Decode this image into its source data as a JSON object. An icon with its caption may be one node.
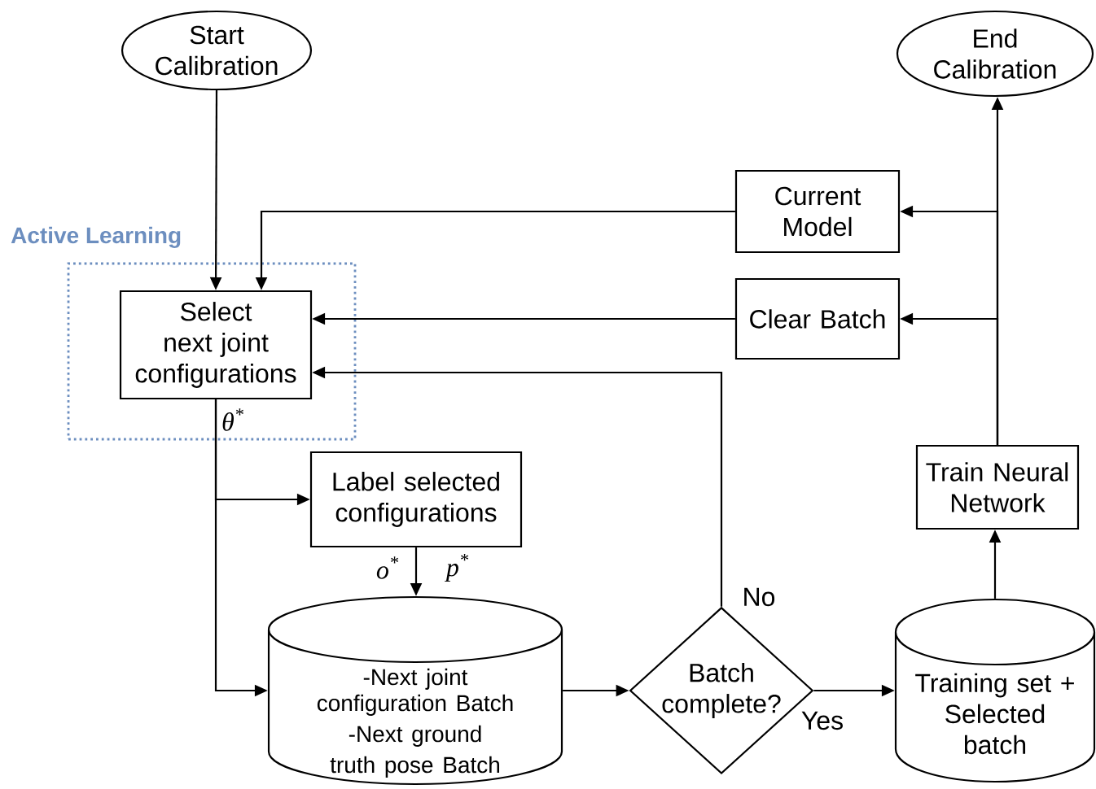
{
  "diagram": {
    "nodes": [
      {
        "text": [
          "Start Calibration"
        ]
      },
      {
        "text": [
          "End Calibration"
        ]
      },
      {
        "text": [
          "Current Model"
        ]
      },
      {
        "text": [
          "Active Learning"
        ]
      },
      {
        "text": [
          "Select next joint configurations"
        ],
        "in": 3
      },
      {
        "text": [
          "Clear Batch"
        ]
      },
      {
        "text": [
          "Label selected configurations"
        ]
      },
      {
        "text": [
          "-Next joint configuration Batch",
          "-Next ground truth pose Batch"
        ]
      },
      {
        "text": [
          "Batch complete?"
        ]
      },
      {
        "text": [
          "Training set + Selected batch"
        ]
      },
      {
        "text": [
          "Train Neural Network"
        ]
      }
    ],
    "edges": [
      {
        "from": 0,
        "to": 4,
        "arrow": "to"
      },
      {
        "from": 2,
        "to": 4,
        "arrow": "to"
      },
      {
        "from": 5,
        "to": 4,
        "arrow": "to"
      },
      {
        "from": 4,
        "to": 6,
        "arrow": "to"
      },
      {
        "from": 4,
        "to": 7,
        "arrow": "to"
      },
      {
        "from": 6,
        "to": 7,
        "arrow": "to"
      },
      {
        "from": 7,
        "to": 8,
        "arrow": "to"
      },
      {
        "from": 8,
        "to": 4,
        "arrow": "to",
        "label": "No"
      },
      {
        "from": 8,
        "to": 9,
        "arrow": "to",
        "label": "Yes"
      },
      {
        "from": 9,
        "to": 10,
        "arrow": "to"
      },
      {
        "from": 10,
        "to": 1,
        "arrow": "to"
      },
      {
        "from": 10,
        "to": 2,
        "arrow": "to"
      },
      {
        "from": 10,
        "to": 5,
        "arrow": "to"
      }
    ],
    "labels": [
      "θ$^{*}$",
      "o$^{*}$",
      "p$^{*}$"
    ]
  }
}
